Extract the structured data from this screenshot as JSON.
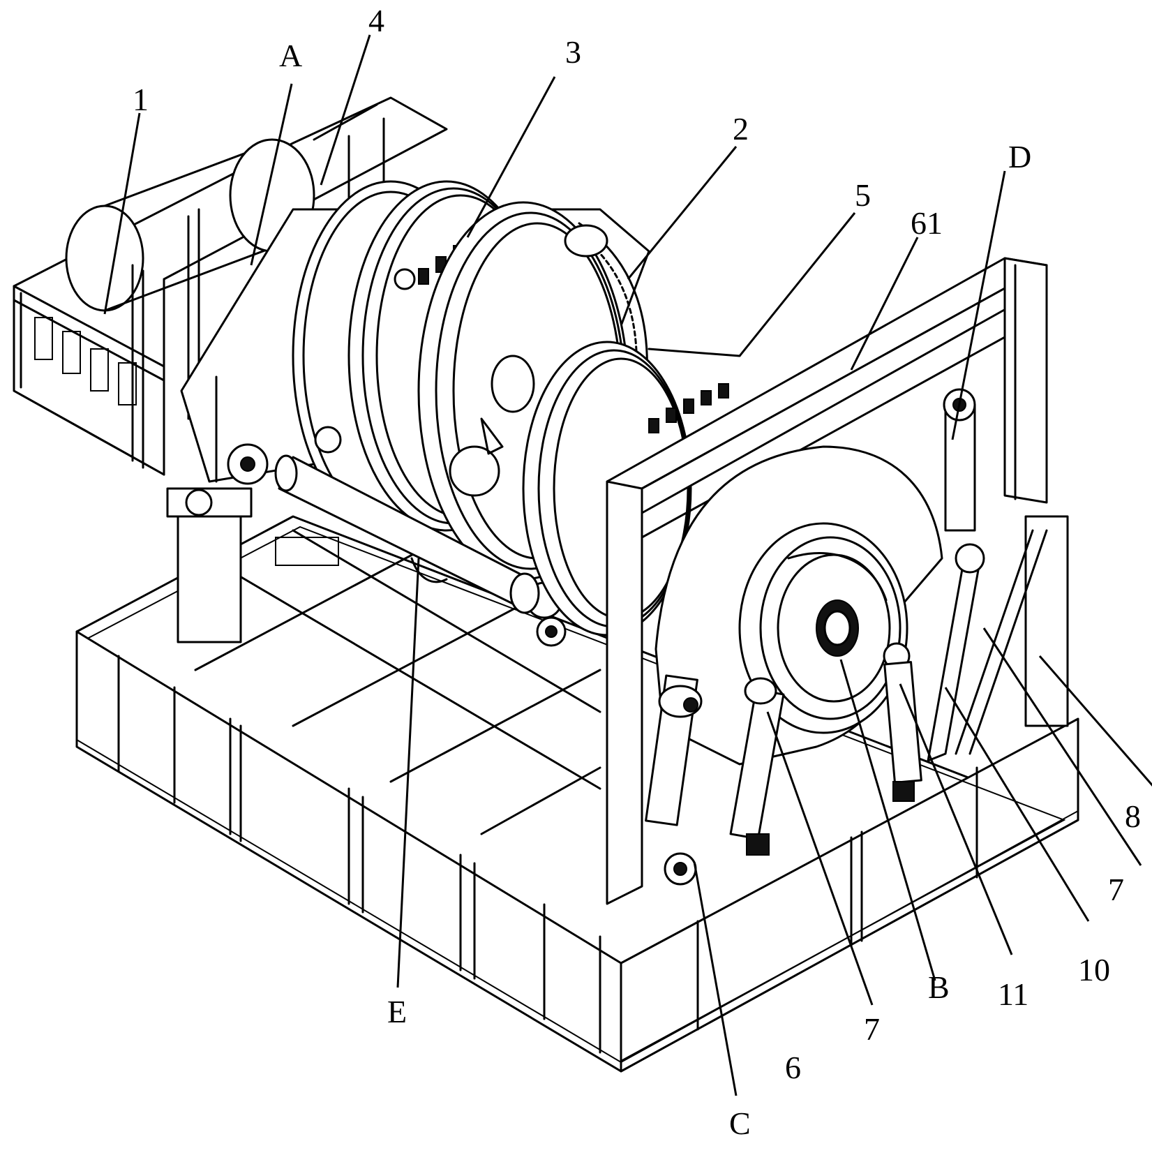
{
  "labels": {
    "l1": "1",
    "l2": "2",
    "l3": "3",
    "l4": "4",
    "l5": "5",
    "l6": "6",
    "l61": "61",
    "l7a": "7",
    "l7b": "7",
    "l8": "8",
    "l10": "10",
    "l11": "11",
    "lA": "A",
    "lB": "B",
    "lC": "C",
    "lD": "D",
    "lE": "E"
  }
}
